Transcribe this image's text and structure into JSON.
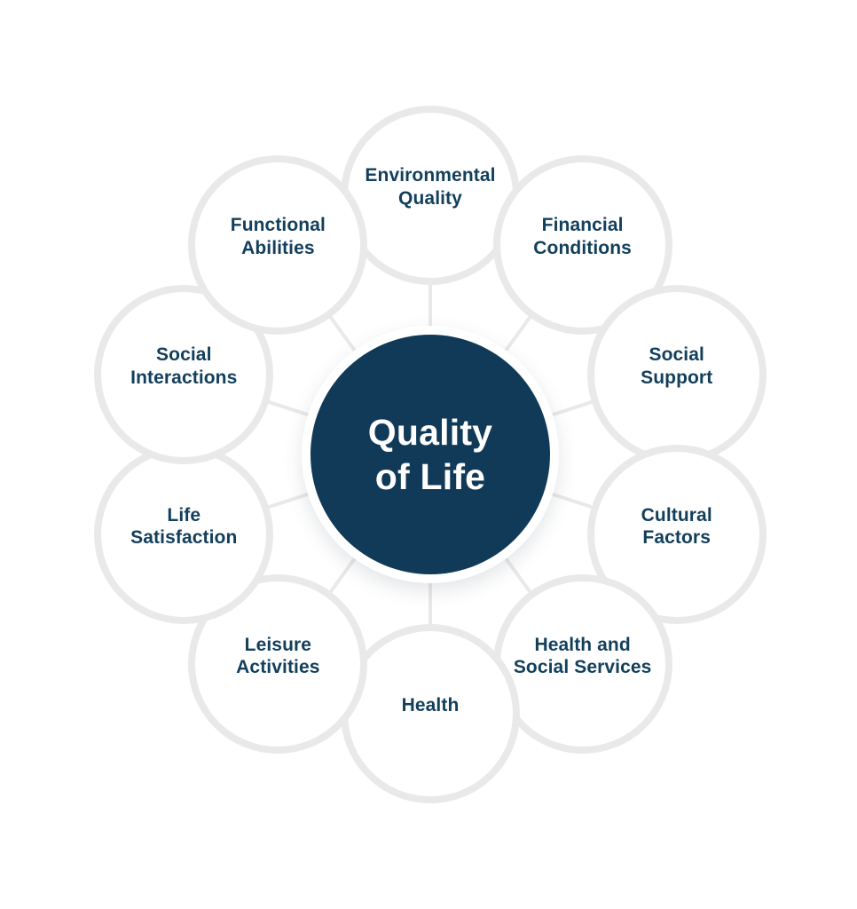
{
  "diagram": {
    "type": "hub-and-spoke",
    "title": "Quality of Life determinants hub-and-spoke diagram",
    "colors": {
      "center_fill": "#103a57",
      "center_text": "#ffffff",
      "satellite_ring": "#e9e9e9",
      "satellite_fill": "#ffffff",
      "satellite_text": "#123f5c",
      "connector": "#e9e9e9",
      "background": "#ffffff"
    },
    "center": {
      "label": "Quality\nof Life",
      "line1": "Quality",
      "line2": "of Life"
    },
    "satellites": [
      {
        "label": "Environmental\nQuality",
        "angle_deg": -90,
        "position": "top"
      },
      {
        "label": "Financial\nConditions",
        "angle_deg": -54,
        "position": "top-right"
      },
      {
        "label": "Social\nSupport",
        "angle_deg": -18,
        "position": "right-upper"
      },
      {
        "label": "Cultural\nFactors",
        "angle_deg": 18,
        "position": "right-lower"
      },
      {
        "label": "Health and\nSocial Services",
        "angle_deg": 54,
        "position": "bottom-right"
      },
      {
        "label": "Health",
        "angle_deg": 90,
        "position": "bottom"
      },
      {
        "label": "Leisure\nActivities",
        "angle_deg": 126,
        "position": "bottom-left"
      },
      {
        "label": "Life\nSatisfaction",
        "angle_deg": 162,
        "position": "left-lower"
      },
      {
        "label": "Social\nInteractions",
        "angle_deg": 198,
        "position": "left-upper"
      },
      {
        "label": "Functional\nAbilities",
        "angle_deg": 234,
        "position": "top-left"
      }
    ]
  }
}
